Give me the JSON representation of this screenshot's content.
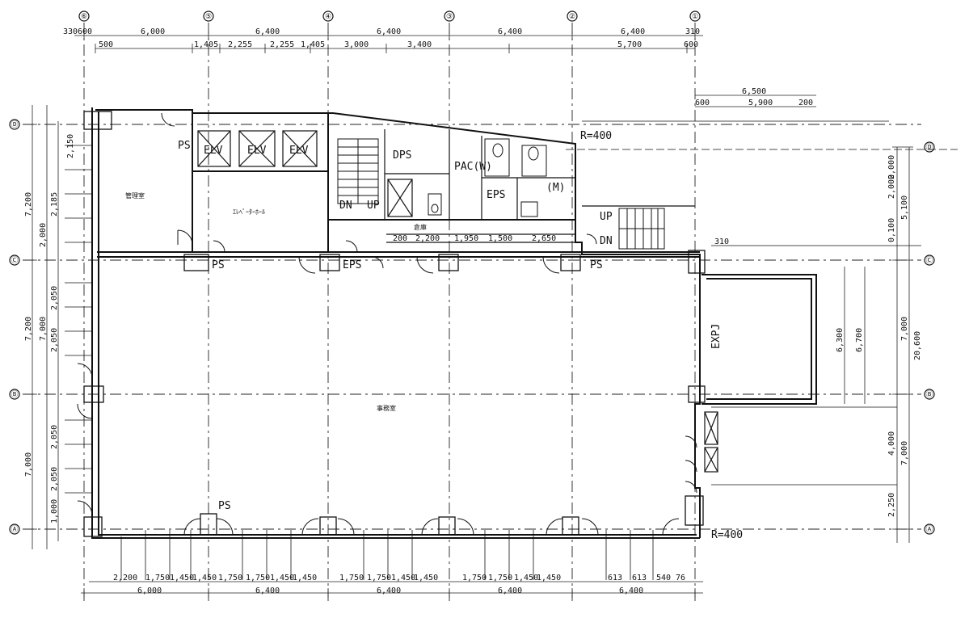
{
  "grid_bubbles": {
    "top": [
      "⑥",
      "⑤",
      "④",
      "③",
      "②",
      "①"
    ],
    "left": [
      "Ⓓ",
      "Ⓒ",
      "Ⓑ",
      "Ⓐ"
    ],
    "right": [
      "Ⓓ",
      "Ⓒ",
      "Ⓑ",
      "Ⓐ"
    ]
  },
  "rooms": {
    "elv1": "ELV",
    "elv2": "ELV",
    "elv3": "ELV",
    "elevator_hall": "ｴﾚﾍﾞｰﾀｰﾎｰﾙ",
    "machine_room": "管理室",
    "ps_top": "PS",
    "dps": "DPS",
    "pac": "PAC(W)",
    "eps_core": "EPS",
    "wc": "(M)",
    "storage": "倉庫",
    "dn1": "DN",
    "up1": "UP",
    "up2": "UP",
    "dn2": "DN",
    "r400a": "R=400",
    "r400b": "R=400",
    "eps_bottom": "EPS",
    "ps_left": "PS",
    "ps_right": "PS",
    "ps_bottom": "PS",
    "office": "事務室",
    "expj": "EXPJ"
  },
  "dims_top1": [
    "330",
    "600",
    "6,000",
    "6,400",
    "6,400",
    "6,400",
    "6,400",
    "310"
  ],
  "dims_top2": [
    "500",
    "1,405",
    "2,255",
    "2,255",
    "1,405",
    "3,000",
    "3,400",
    "5,700",
    "600"
  ],
  "dims_right_top": [
    "6,500",
    "600",
    "5,900",
    "200"
  ],
  "dims_core": [
    "200",
    "2,200",
    "1,950",
    "1,500",
    "2,650"
  ],
  "dims_right_side": [
    "2,000",
    "2,000",
    "5,100",
    "0,100",
    "20,600",
    "7,000",
    "7,000",
    "4,000",
    "2,250",
    "6,300",
    "6,700",
    "310"
  ],
  "dims_left": [
    "7,200",
    "7,200",
    "2,000",
    "2,185",
    "2,150",
    "7,000",
    "2,050",
    "2,050",
    "7,000",
    "2,050",
    "2,050",
    "1,000"
  ],
  "dims_bottom1": [
    "2,200",
    "1,750",
    "1,450",
    "1,450",
    "1,750",
    "1,750",
    "1,450",
    "1,450",
    "1,750",
    "1,750",
    "1,450",
    "1,450",
    "1,750",
    "1,750",
    "1,450",
    "1,450",
    "613",
    "613",
    "540",
    "76"
  ],
  "dims_bottom2": [
    "6,000",
    "6,400",
    "6,400",
    "6,400",
    "6,400"
  ]
}
